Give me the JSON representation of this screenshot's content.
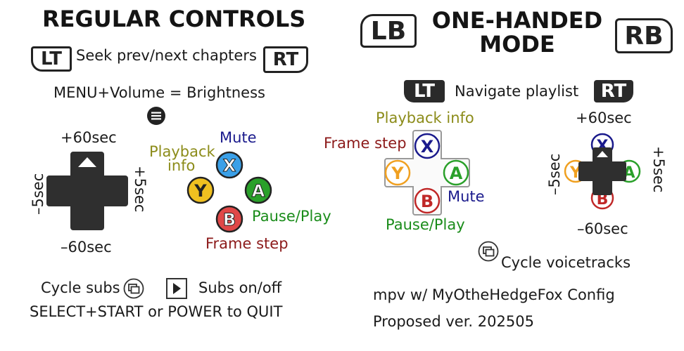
{
  "regular": {
    "title": "REGULAR CONTROLS",
    "lt": "LT",
    "rt": "RT",
    "seek": "Seek prev/next chapters",
    "brightness": "MENU+Volume = Brightness",
    "dpad_up": "+60sec",
    "dpad_down": "–60sec",
    "dpad_left": "–5sec",
    "dpad_right": "+5sec",
    "btn_x": "X",
    "btn_y": "Y",
    "btn_a": "A",
    "btn_b": "B",
    "label_mute": "Mute",
    "label_playback_1": "Playback",
    "label_playback_2": "info",
    "label_pause": "Pause/Play",
    "label_frame": "Frame step",
    "cycle_subs": "Cycle subs",
    "subs_toggle": "Subs on/off",
    "quit": "SELECT+START or POWER to QUIT"
  },
  "onehanded": {
    "lb": "LB",
    "rb": "RB",
    "title_1": "ONE-HANDED",
    "title_2": "MODE",
    "lt": "LT",
    "rt": "RT",
    "navigate": "Navigate playlist",
    "label_playback": "Playback info",
    "label_frame": "Frame step",
    "label_mute": "Mute",
    "label_pause": "Pause/Play",
    "btn_x": "X",
    "btn_y": "Y",
    "btn_a": "A",
    "btn_b": "B",
    "up": "+60sec",
    "down": "–60sec",
    "left": "–5sec",
    "right": "+5sec",
    "voicetracks": "Cycle voicetracks",
    "config": "mpv w/ MyOtheHedgeFox Config",
    "version": "Proposed ver. 202505"
  },
  "colors": {
    "x": "#3aa0e8",
    "y": "#f0c020",
    "a": "#2aa02a",
    "b": "#e04848",
    "mute": "#1a1a8c",
    "playback": "#8c8c1a",
    "pause": "#1a8c1a",
    "frame": "#8c1a1a"
  },
  "icons": [
    "menu-icon",
    "view-icon",
    "play-icon"
  ]
}
